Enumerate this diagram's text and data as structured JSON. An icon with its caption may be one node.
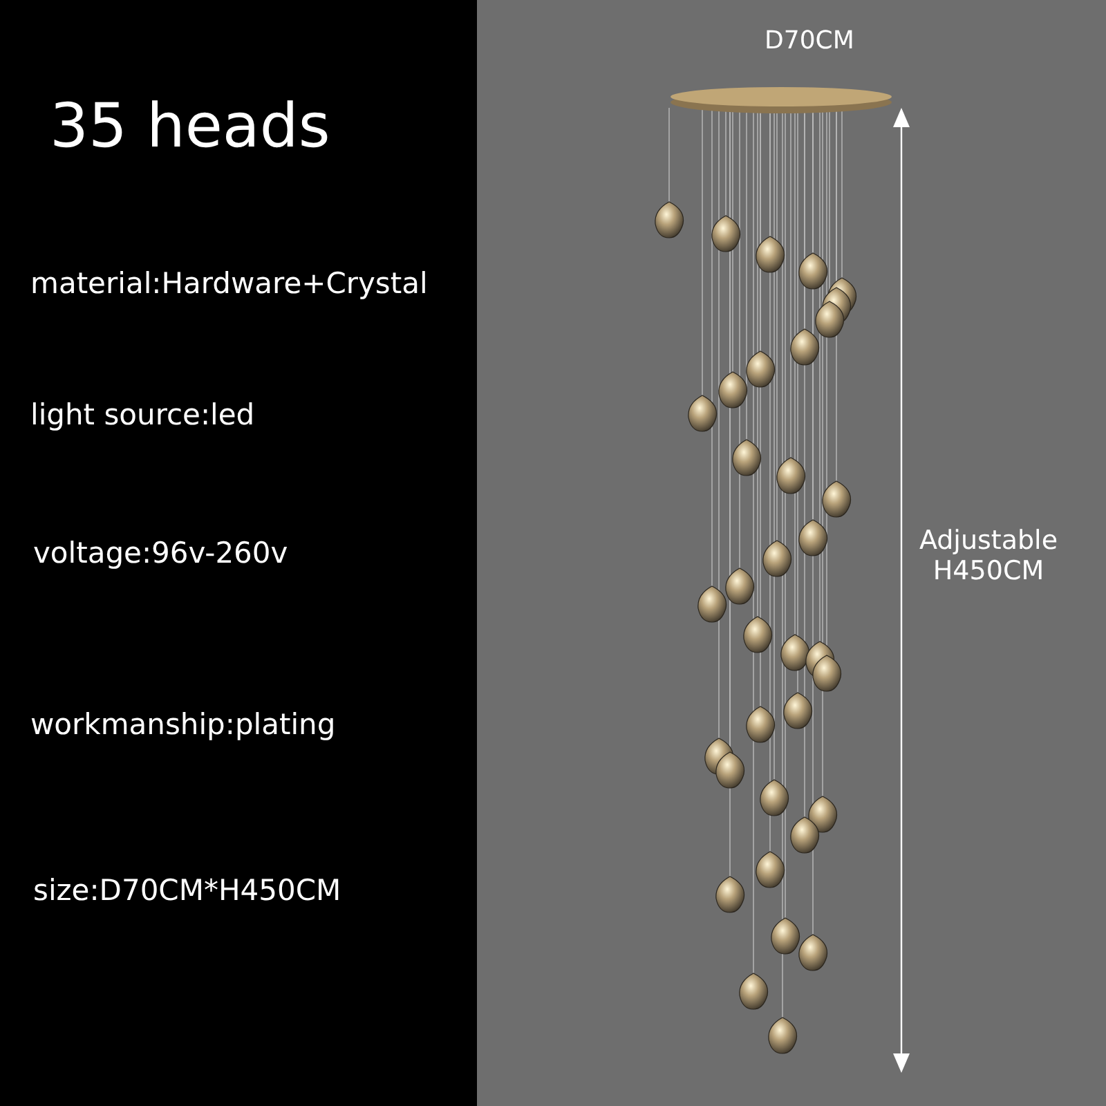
{
  "diagram": {
    "title": "35 heads",
    "labels": [
      "material:Hardware+Crystal",
      "light source:led",
      "voltage:96v-260v",
      "workmanship:plating",
      "size:D70CM*H450CM",
      "D70CM",
      "Adjustable H450CM"
    ]
  }
}
